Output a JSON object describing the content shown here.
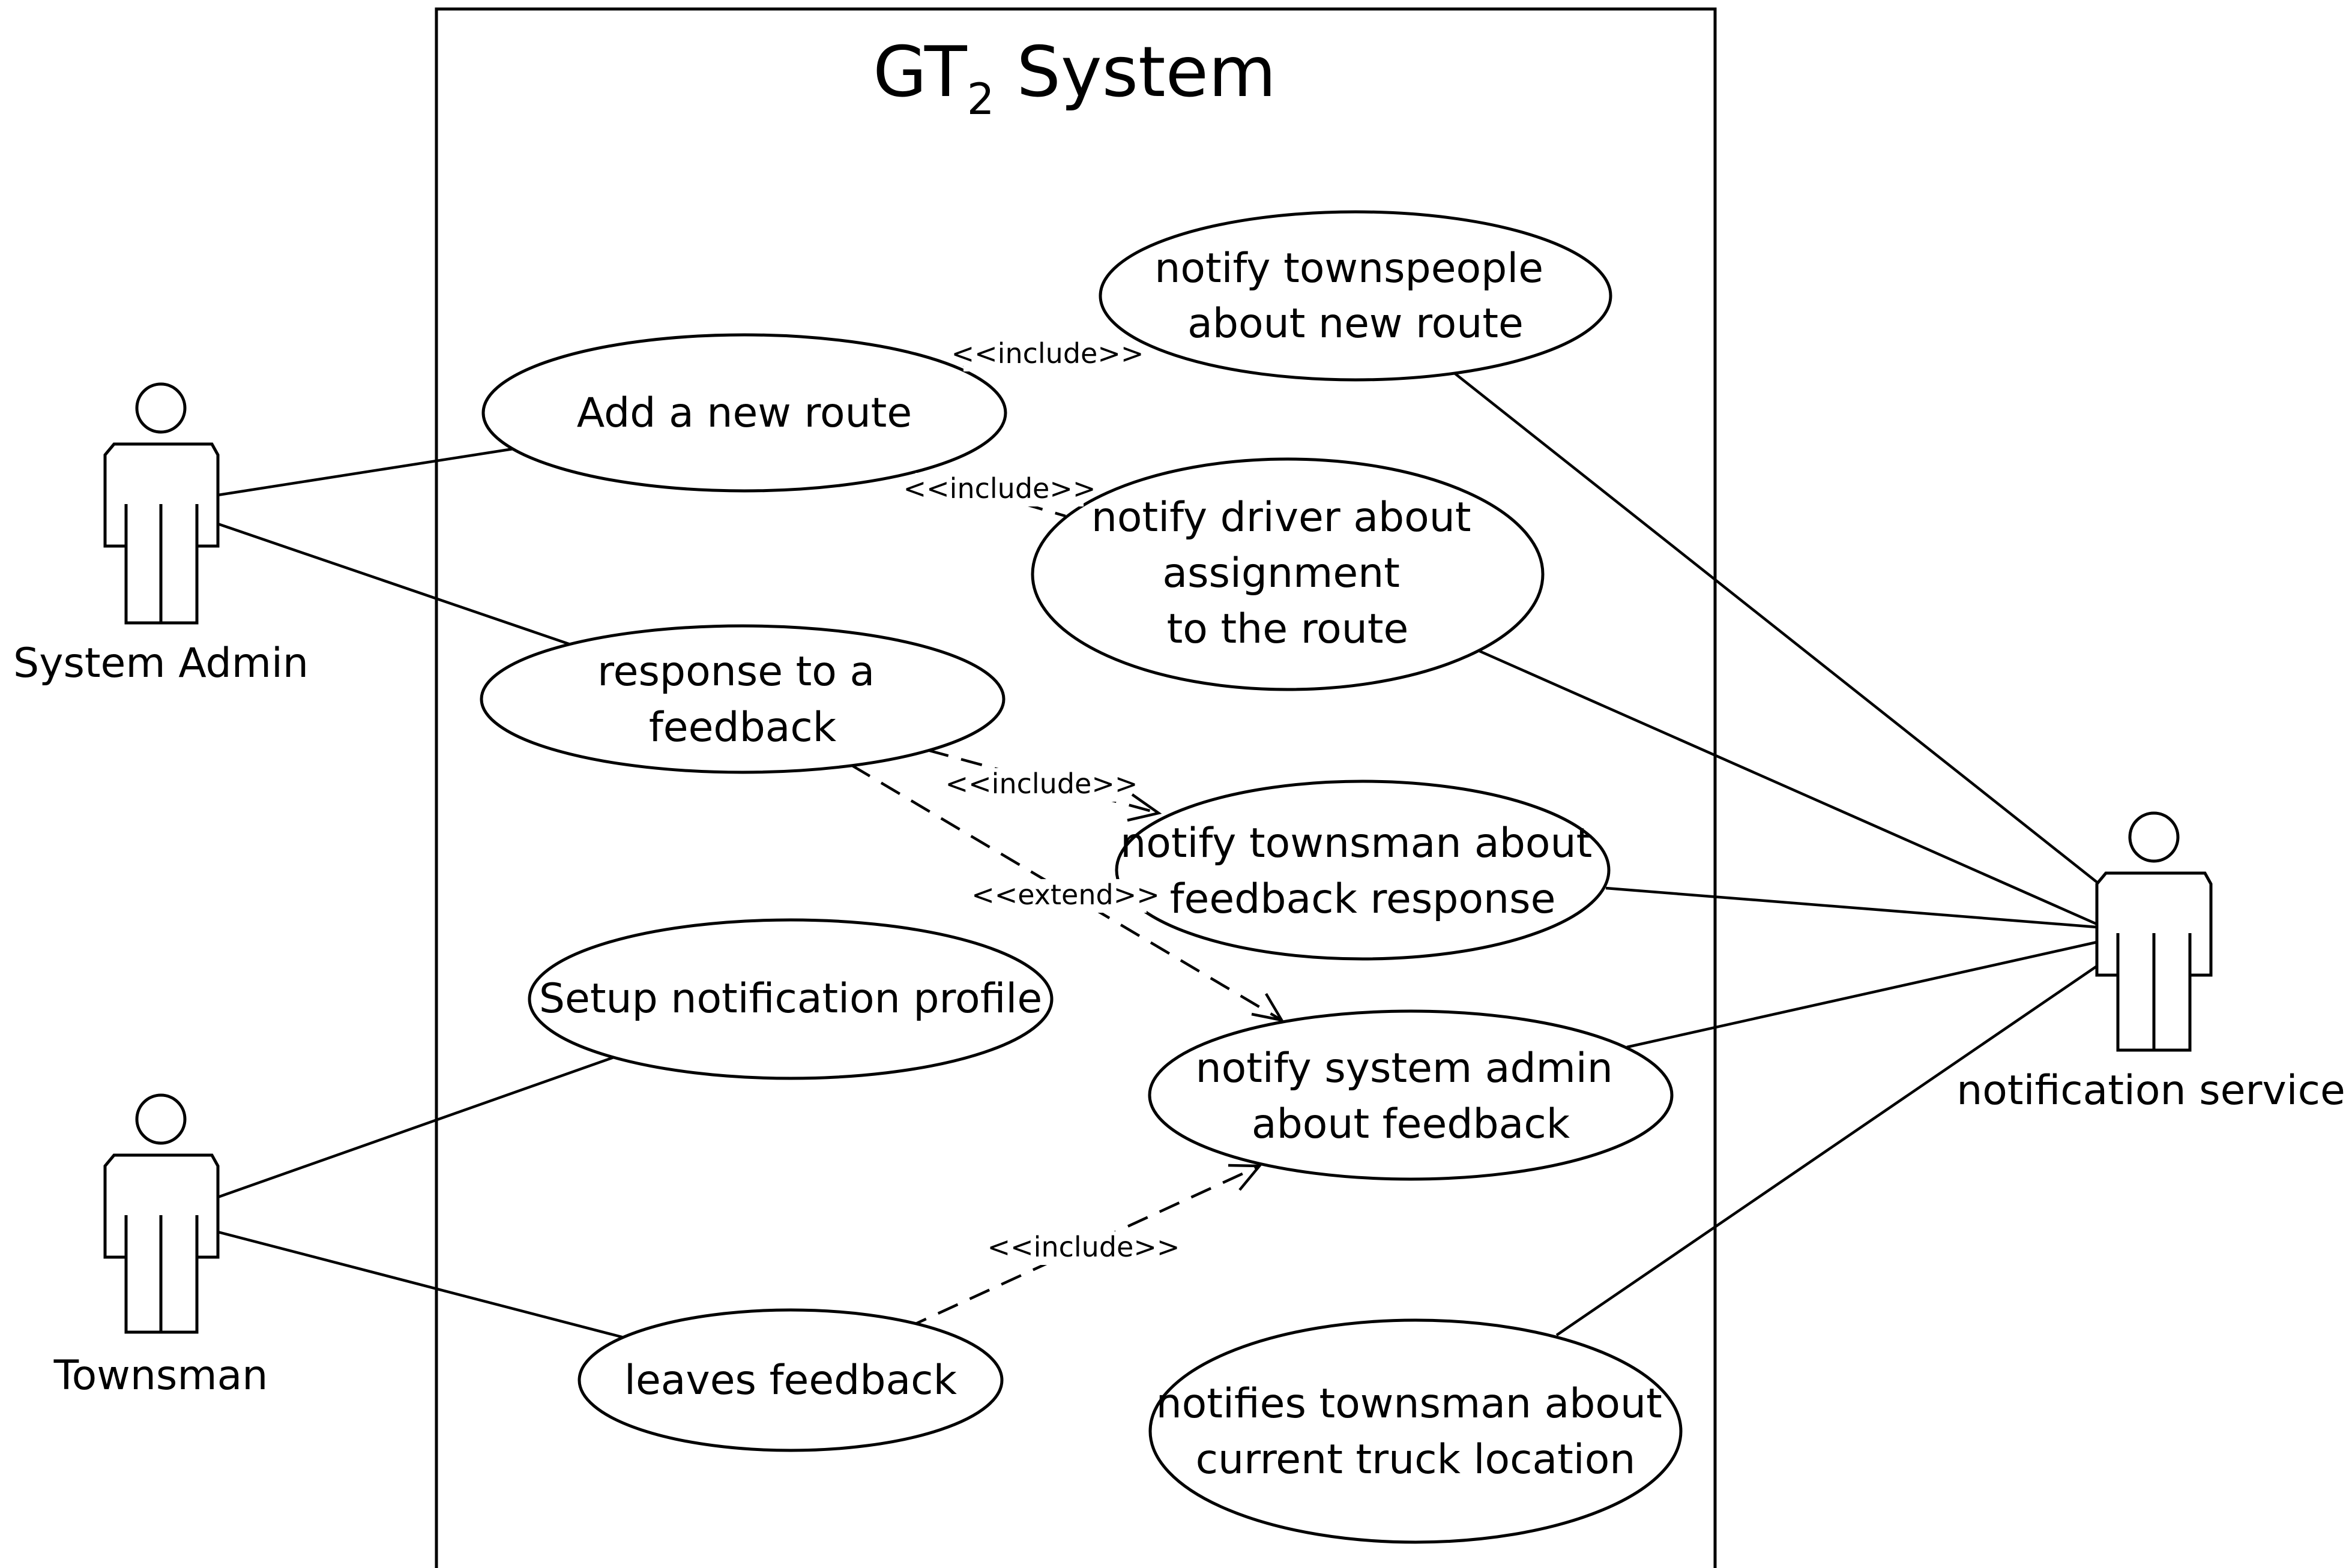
{
  "system": {
    "title_main": "GT",
    "title_sub": "2",
    "title_rest": " System"
  },
  "actors": {
    "system_admin": "System Admin",
    "townsman": "Townsman",
    "notification_service": "notification service"
  },
  "use_cases": {
    "add_route": [
      "Add a new route"
    ],
    "notify_townspeople": [
      "notify townspeople",
      "about new route"
    ],
    "notify_driver": [
      "notify driver about",
      "assignment",
      "to the route"
    ],
    "response_feedback": [
      "response to  a",
      "feedback"
    ],
    "notify_townsman_response": [
      "notify townsman about",
      "feedback response"
    ],
    "setup_profile": [
      "Setup notification profile"
    ],
    "notify_admin": [
      "notify system admin",
      "about feedback"
    ],
    "leaves_feedback": [
      "leaves feedback"
    ],
    "notifies_truck": [
      "notifies townsman about",
      "current truck location"
    ]
  },
  "relations": {
    "include_1": "<<include>>",
    "include_2": "<<include>>",
    "include_3": "<<include>>",
    "extend_1": "<<extend>>",
    "include_4": "<<include>>"
  }
}
